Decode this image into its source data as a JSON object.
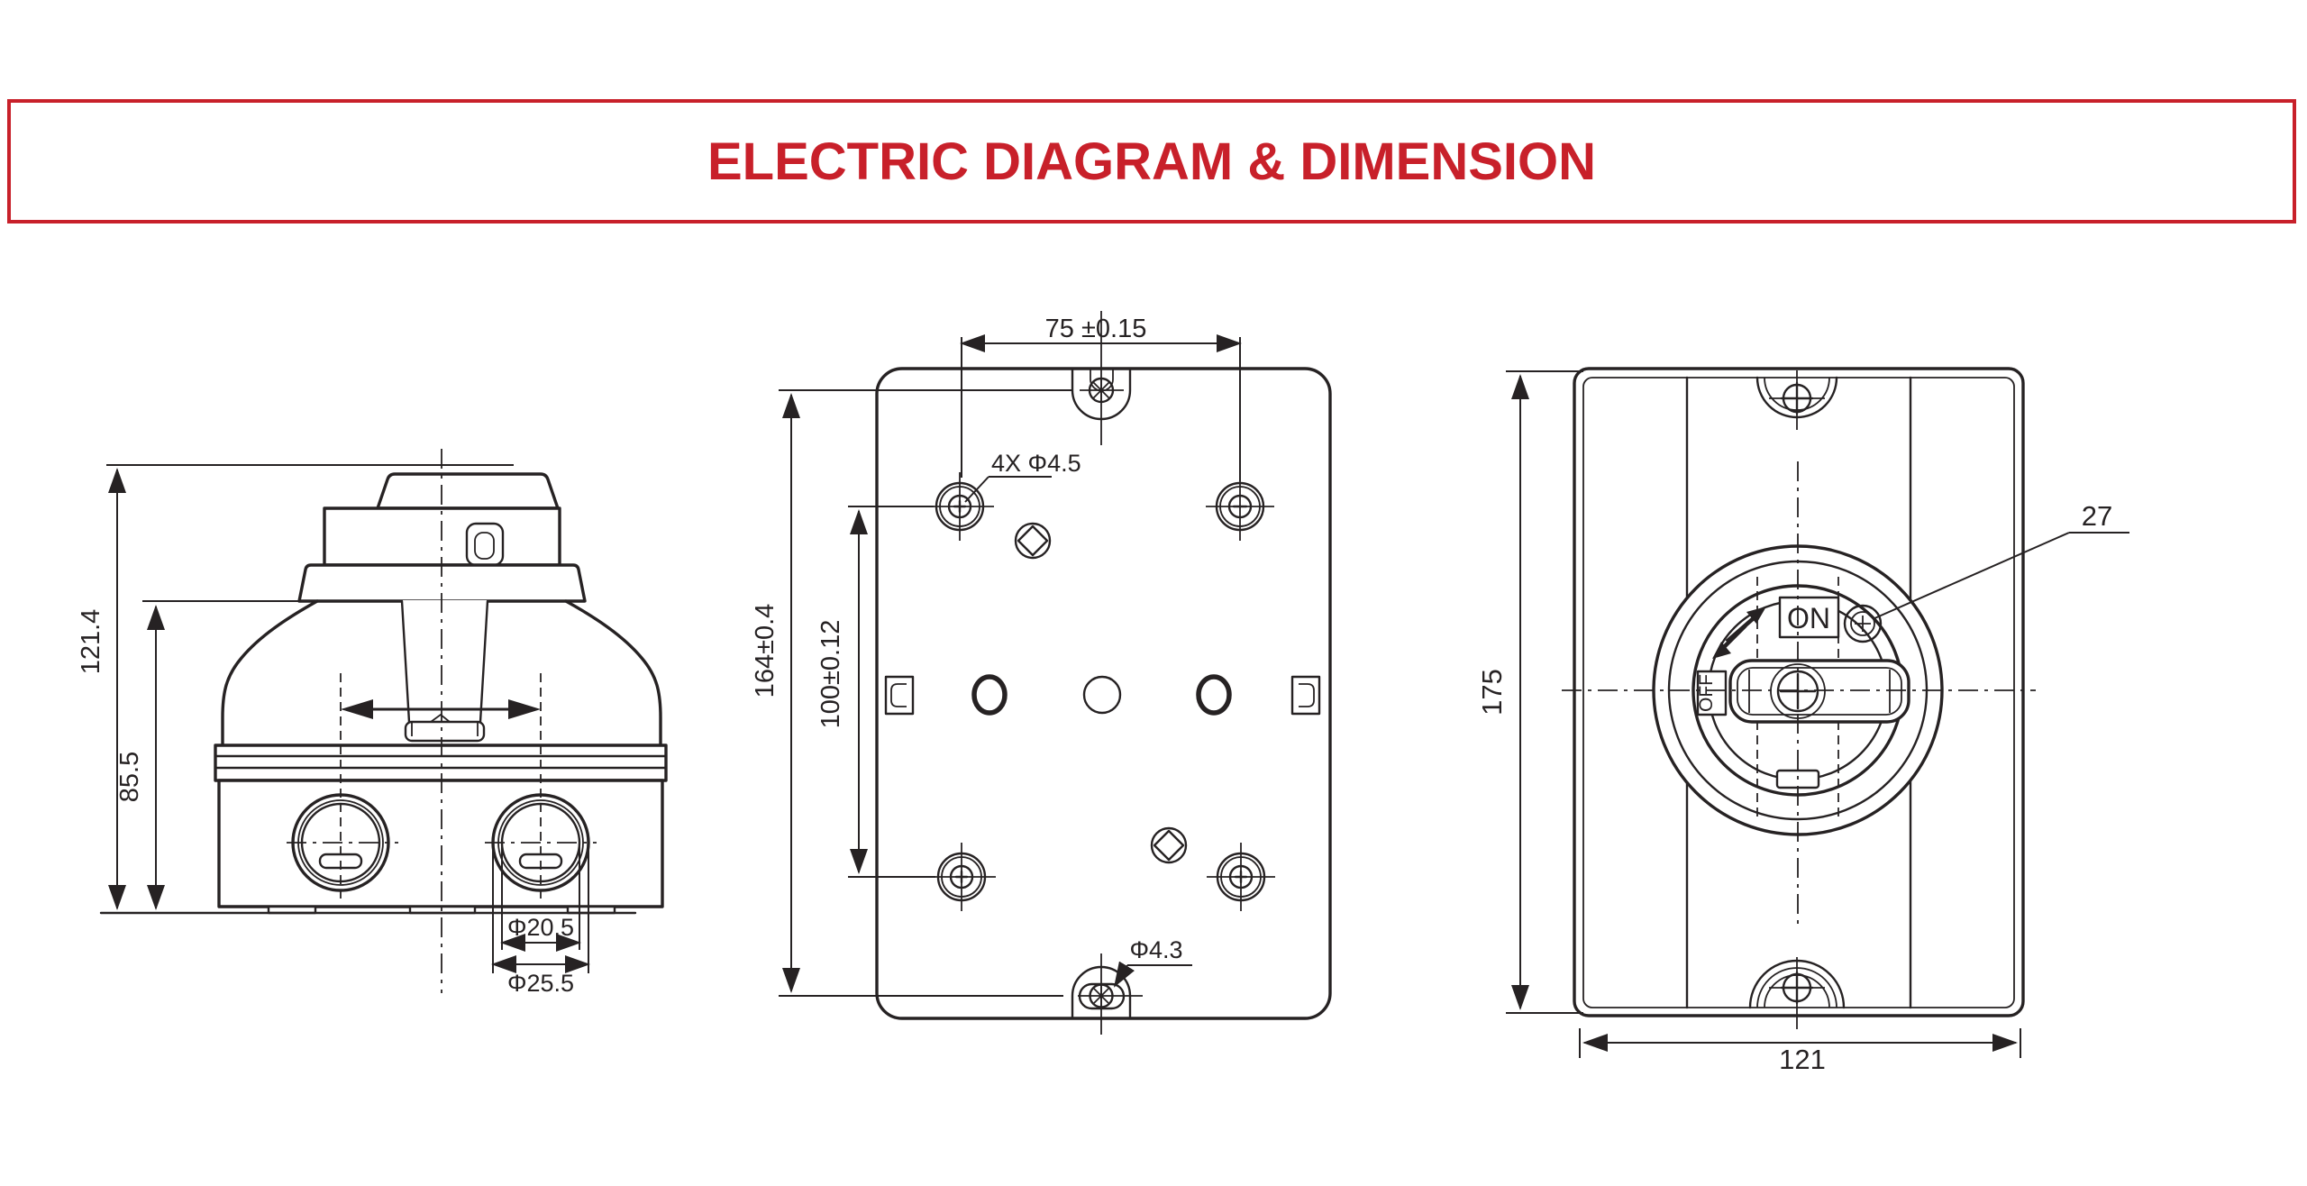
{
  "title": "ELECTRIC DIAGRAM & DIMENSION",
  "colors": {
    "accent": "#c8202a",
    "line": "#262223",
    "background": "#ffffff"
  },
  "views": {
    "side": {
      "dims": {
        "overall_height": "121.4",
        "body_height": "85.5",
        "gland_inner_dia": "Φ20.5",
        "gland_outer_dia": "Φ25.5"
      }
    },
    "back": {
      "dims": {
        "hole_pitch_h": "75 ±0.15",
        "mount_holes": "4X Φ4.5",
        "screw_pitch_v": "164±0.4",
        "hole_pitch_v": "100±0.12",
        "slot_dia": "Φ4.3"
      }
    },
    "front": {
      "dims": {
        "overall_height": "175",
        "overall_width": "121",
        "callout": "27"
      },
      "labels": {
        "on": "ON",
        "off": "OFF"
      }
    }
  }
}
